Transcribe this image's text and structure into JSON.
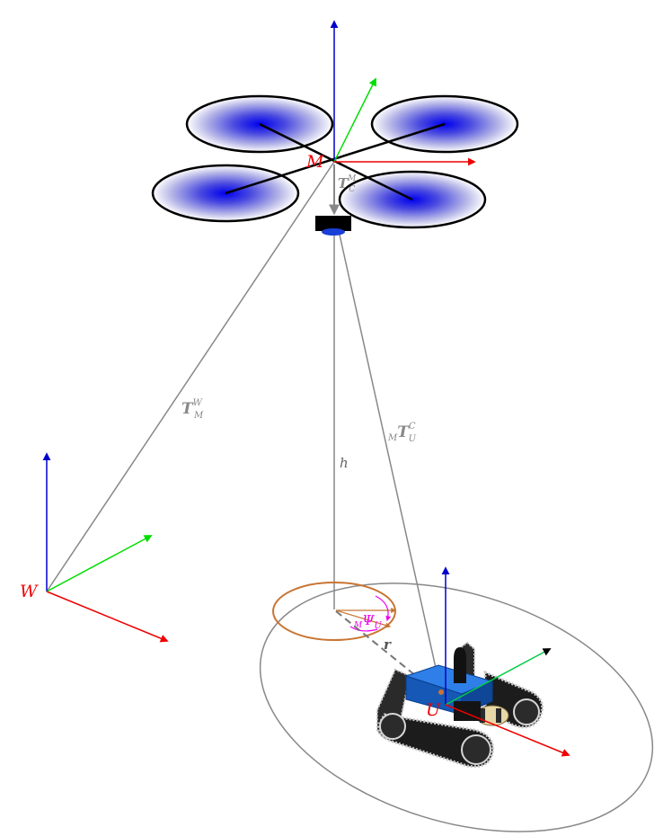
{
  "frames": {
    "world": {
      "label": "W",
      "color": "#ee0000"
    },
    "drone": {
      "label": "M",
      "color": "#ee0000"
    },
    "ugv": {
      "label": "U",
      "color": "#ee0000"
    }
  },
  "axis_colors": {
    "x": "#ee0000",
    "y": "#00dd00",
    "z": "#0000cc",
    "ugv_y": "#00cc44"
  },
  "transforms": {
    "world_to_drone": {
      "base": "T",
      "sup": "W",
      "sub": "M"
    },
    "drone_to_camera": {
      "base": "T",
      "sup": "M",
      "sub": "C"
    },
    "camera_to_ugv": {
      "pre": "M",
      "base": "T",
      "sup": "C",
      "sub": "U"
    }
  },
  "height_label": "h",
  "radius_label": "r",
  "yaw_label": {
    "pre": "M",
    "base": "Ψ",
    "sub": "U"
  },
  "colors": {
    "transform_lines": "#888888",
    "propeller_center": "#0000ee",
    "yaw_circle": "#c87533",
    "yaw_arc": "#ee00ee",
    "ugv_body": "#1e6fd9"
  }
}
